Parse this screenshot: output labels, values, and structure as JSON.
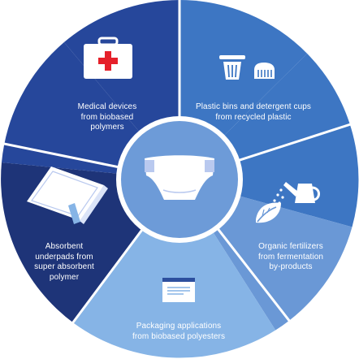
{
  "hub": {
    "icon": "diaper-icon"
  },
  "segments": [
    {
      "label": "Medical devices\nfrom biobased\npolymers",
      "icon": "first-aid-kit-icon",
      "color": "#26479b"
    },
    {
      "label": "Plastic bins and detergent cups\nfrom recycled plastic",
      "icon": "bin-and-cup-icon",
      "color": "#3d76c3"
    },
    {
      "label": "Organic fertilizers\nfrom fermentation\nby-products",
      "icon": "watering-can-icon",
      "color": "#6a98d6"
    },
    {
      "label": "Packaging applications\nfrom biobased polyesters",
      "icon": "packaging-box-icon",
      "color": "#86b4e6"
    },
    {
      "label": "Absorbent\nunderpads from\nsuper absorbent\npolymer",
      "icon": "underpad-icon",
      "color": "#1e3478"
    }
  ],
  "colors": {
    "hub_ring": "#ffffff",
    "hub_fill": "#6d9bd8",
    "divider": "#ffffff",
    "icon_fill": "#ffffff",
    "accent_red": "#e5202a",
    "accent_light": "#b9c9ef"
  }
}
